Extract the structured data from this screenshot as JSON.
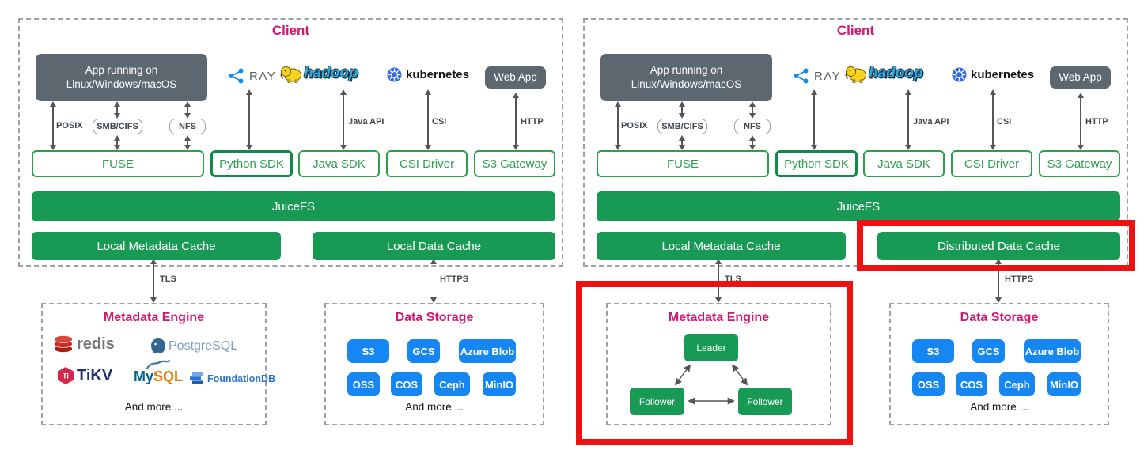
{
  "panel": {
    "title": "Client",
    "app_line1": "App running on",
    "app_line2": "Linux/Windows/macOS",
    "ray": "RAY",
    "hadoop": "hadoop",
    "kubernetes": "kubernetes",
    "web_app": "Web App",
    "posix": "POSIX",
    "smb": "SMB/CIFS",
    "nfs": "NFS",
    "java_api": "Java API",
    "csi": "CSI",
    "http": "HTTP",
    "fuse": "FUSE",
    "python_sdk": "Python SDK",
    "java_sdk": "Java SDK",
    "csi_driver": "CSI Driver",
    "s3_gateway": "S3 Gateway",
    "core": "JuiceFS",
    "metadata_cache": "Local Metadata Cache"
  },
  "left": {
    "data_cache": "Local Data Cache"
  },
  "right": {
    "data_cache": "Distributed Data Cache"
  },
  "links": {
    "tls": "TLS",
    "https": "HTTPS"
  },
  "metadata_engine": {
    "title": "Metadata Engine",
    "redis": "redis",
    "postgresql": "PostgreSQL",
    "tikv": "TiKV",
    "tikv_icon_text": "Ti",
    "mysql_my": "My",
    "mysql_sql": "SQL",
    "foundationdb": "FoundationDB",
    "more": "And more ..."
  },
  "raft": {
    "leader": "Leader",
    "follower_left": "Follower",
    "follower_right": "Follower"
  },
  "data_storage": {
    "title": "Data Storage",
    "row1": [
      "S3",
      "GCS",
      "Azure Blob"
    ],
    "row2": [
      "OSS",
      "COS",
      "Ceph",
      "MinIO"
    ],
    "more": "And more ..."
  },
  "colors": {
    "green": "#189a55",
    "green_outline": "#2da04f",
    "magenta": "#d6176f",
    "blue_chip": "#1687f2",
    "gray_box": "#5d6770",
    "red_highlight": "#ee1111",
    "arrow": "#555555",
    "dashed_border": "#9aa1a8"
  }
}
